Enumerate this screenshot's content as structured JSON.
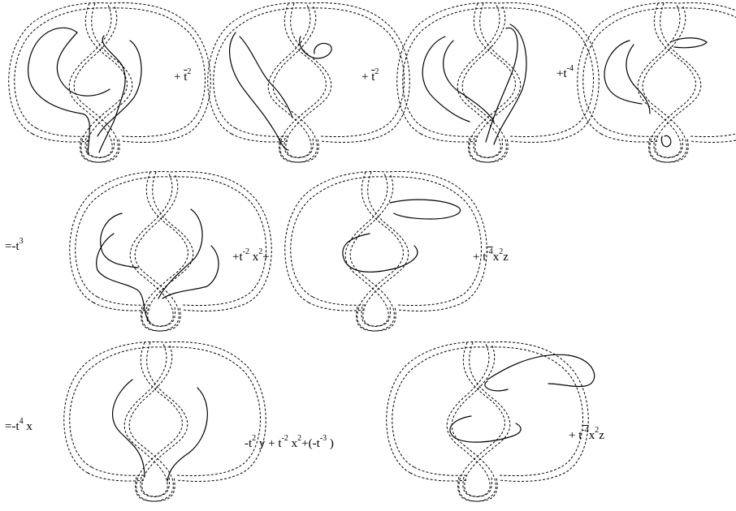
{
  "row1": {
    "term_b": {
      "sign": "+ ",
      "base": "t",
      "exp": "2",
      "exp_bar": true
    },
    "term_c": {
      "sign": "+ ",
      "base": "t",
      "exp": "2",
      "exp_bar": true
    },
    "term_d": {
      "sign": "+",
      "base": "t",
      "exp": "-4"
    }
  },
  "row2": {
    "lead": {
      "prefix": "=-",
      "base": "t",
      "exp": "3"
    },
    "mid": {
      "p1": "+t",
      "e1": "-2",
      "p2": " x",
      "e2": "2",
      "p3": "+"
    },
    "tail": {
      "p1": "+ t",
      "e1": "-4",
      "p2": "x",
      "e2": "2",
      "p3": "z",
      "bar": true
    }
  },
  "row3": {
    "lead": {
      "prefix": "=-",
      "base": "t",
      "exp": "4",
      "suffix": "x"
    },
    "mid": {
      "p1": "-t",
      "e1": "2",
      "p2": " y  + t",
      "e2": "-2",
      "p3": " x",
      "e3": "2",
      "p4": "+(-t",
      "e4": "-3",
      "p5": " )"
    },
    "tail": {
      "p1": "+ t",
      "e1": "-4",
      "p2": "x",
      "e2": "2",
      "p3": "z",
      "bar": true
    }
  }
}
